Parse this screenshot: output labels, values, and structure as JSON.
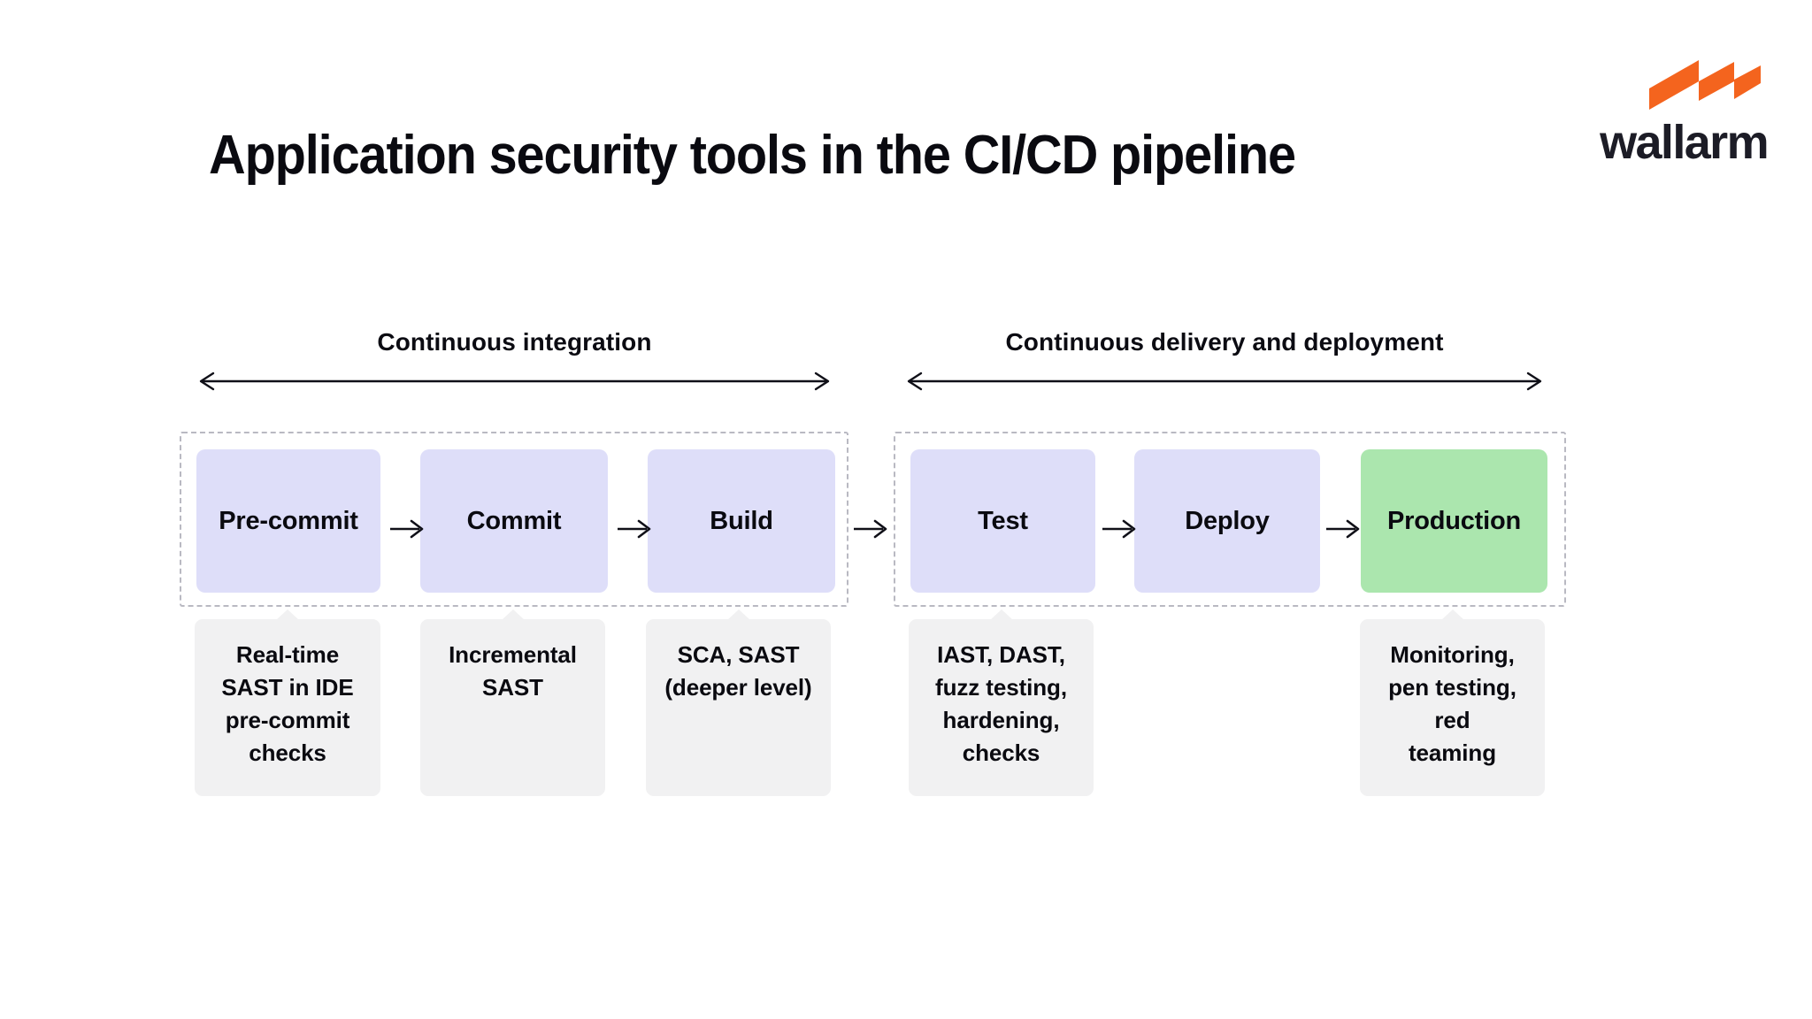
{
  "page": {
    "title": "Application security tools in the CI/CD pipeline",
    "background_color": "#ffffff"
  },
  "brand": {
    "name": "wallarm",
    "mark_icon": "wallarm-lightning-mark-icon",
    "mark_color": "#F4641E",
    "wordmark_color": "#1C1C26"
  },
  "colors": {
    "stage_default": "#dedef9",
    "stage_production": "#abe6ae",
    "note_background": "#f1f1f2",
    "dashed_border": "#b9b9c2",
    "text": "#0a0a10"
  },
  "diagram": {
    "type": "pipeline-flow",
    "phases": [
      {
        "id": "ci",
        "label": "Continuous integration",
        "span_arrow": "double-headed-arrow-icon"
      },
      {
        "id": "cd",
        "label": "Continuous delivery and deployment",
        "span_arrow": "double-headed-arrow-icon"
      }
    ],
    "stages": [
      {
        "id": "pre-commit",
        "label": "Pre-commit",
        "phase": "ci",
        "highlight": false
      },
      {
        "id": "commit",
        "label": "Commit",
        "phase": "ci",
        "highlight": false
      },
      {
        "id": "build",
        "label": "Build",
        "phase": "ci",
        "highlight": false
      },
      {
        "id": "test",
        "label": "Test",
        "phase": "cd",
        "highlight": false
      },
      {
        "id": "deploy",
        "label": "Deploy",
        "phase": "cd",
        "highlight": false
      },
      {
        "id": "production",
        "label": "Production",
        "phase": "cd",
        "highlight": true
      }
    ],
    "connectors": [
      {
        "from": "pre-commit",
        "to": "commit",
        "icon": "right-arrow-icon"
      },
      {
        "from": "commit",
        "to": "build",
        "icon": "right-arrow-icon"
      },
      {
        "from": "build",
        "to": "test",
        "icon": "right-arrow-icon"
      },
      {
        "from": "test",
        "to": "deploy",
        "icon": "right-arrow-icon"
      },
      {
        "from": "deploy",
        "to": "production",
        "icon": "right-arrow-icon"
      }
    ],
    "notes": [
      {
        "stage": "pre-commit",
        "text": "Real-time\nSAST in IDE\npre-commit\nchecks"
      },
      {
        "stage": "commit",
        "text": "Incremental\nSAST"
      },
      {
        "stage": "build",
        "text": "SCA, SAST\n(deeper level)"
      },
      {
        "stage": "test",
        "text": "IAST, DAST,\nfuzz testing,\nhardening,\nchecks"
      },
      {
        "stage": "production",
        "text": "Monitoring,\npen testing, red\nteaming"
      }
    ]
  }
}
